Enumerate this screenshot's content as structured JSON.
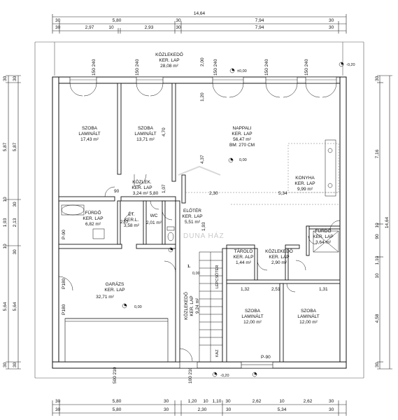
{
  "dimensions_top": {
    "overall": "14,64",
    "row1": [
      "30",
      "5,80",
      "30",
      "7,94",
      "30"
    ],
    "row2": [
      "30",
      "2,97",
      "10",
      "2,93",
      "30",
      "7,94",
      "30"
    ]
  },
  "dimensions_bottom": {
    "row1": [
      "30",
      "5,80",
      "30",
      "1,20",
      "10",
      "1,10",
      "30",
      "2,62",
      "10",
      "2,62",
      "30"
    ],
    "row2": [
      "30",
      "5,80",
      "30",
      "2,30",
      "30",
      "5,34",
      "30"
    ]
  },
  "dimensions_left": {
    "row1": [
      "30",
      "5,87",
      "10",
      "1,93",
      "10",
      "5,64",
      "30"
    ],
    "row2": [
      "30",
      "5,87",
      "30",
      "2,13",
      "30",
      "5,64",
      "30"
    ]
  },
  "dimensions_right": {
    "overall": "14,64",
    "row1": [
      "30",
      "7,16",
      "10",
      "90",
      "1,10",
      "10",
      "4,58",
      "30"
    ]
  },
  "rooms": [
    {
      "name": "SZOBA",
      "line2": "LAMINÁLT",
      "area": "17,43 m²"
    },
    {
      "name": "SZOBA",
      "line2": "LAMINÁLT",
      "area": "13,71 m²"
    },
    {
      "name": "KÖZLEKEDŐ",
      "line2": "KER. LAP",
      "area": "28,08 m²"
    },
    {
      "name": "NAPPALI",
      "line2": "KER. LAP",
      "area": "56,47 m²",
      "line4": "BM: 270 CM"
    },
    {
      "name": "KONYHA",
      "line2": "KER. LAP",
      "area": "9,99 m²"
    },
    {
      "name": "KÖZLEK.",
      "line2": "KER. LAP",
      "area": "3,24 m² 5,80"
    },
    {
      "name": "FÜRDŐ",
      "line2": "KER. LAP",
      "area": "6,82 m²"
    },
    {
      "name": "ÉT.",
      "line2": "KER.L.",
      "area": "3,58 m²"
    },
    {
      "name": "WC",
      "line2": "",
      "area": "2,01 m²"
    },
    {
      "name": "ELŐTÉR",
      "line2": "KER. LAP",
      "area": "5,51 m²"
    },
    {
      "name": "FÜRDŐ",
      "line2": "KER. LAP",
      "area": "3,64 m²"
    },
    {
      "name": "TÁROLÓ",
      "line2": "KER. ALP",
      "area": "1,44 m²"
    },
    {
      "name": "KÖZLEKEDŐ",
      "line2": "KER. LAP",
      "area": "2,90 m²"
    },
    {
      "name": "GARÁZS",
      "line2": "KER. LAP",
      "area": "32,71 m²"
    },
    {
      "name": "KÖZLEKEDŐ",
      "line2": "KER. LAP",
      "area": "9,24 m²"
    },
    {
      "name": "SZOBA",
      "line2": "LAMINÁLT",
      "area": "12,00 m²"
    },
    {
      "name": "SZOBA",
      "line2": "LAMINÁLT",
      "area": "12,00 m²"
    }
  ],
  "labels": {
    "level_top": "±0,00",
    "level_nappali": "0,00",
    "level_garage": "0,00",
    "level_outside_right": "-0,20",
    "level_outside_bottom": "-0,20",
    "level_stair": "0,00",
    "level_kozl": "0,00",
    "stair_label": "LÉPCSŐTÉR",
    "stair_num": "1.",
    "entrance_label": "KAZ",
    "window_150_240": "150 240",
    "door_p90": "P-90",
    "door_p180": "P180",
    "dim_2_00": "2,00",
    "dim_1_20": "1,20",
    "dim_4_70": "4,70",
    "dim_4_37": "4,37",
    "dim_1_07": "1,07",
    "dim_2_30": "2,30",
    "dim_5_34": "5,34",
    "dim_1_32": "1,32",
    "dim_2_51": "2,51",
    "dim_1_31": "1,31",
    "dim_1_93": "1,93",
    "dim_90": "90",
    "dim_210": "210",
    "dim_500_210": "500 210",
    "dim_100_210": "100 210",
    "watermark": "DUNA HÁZ"
  }
}
